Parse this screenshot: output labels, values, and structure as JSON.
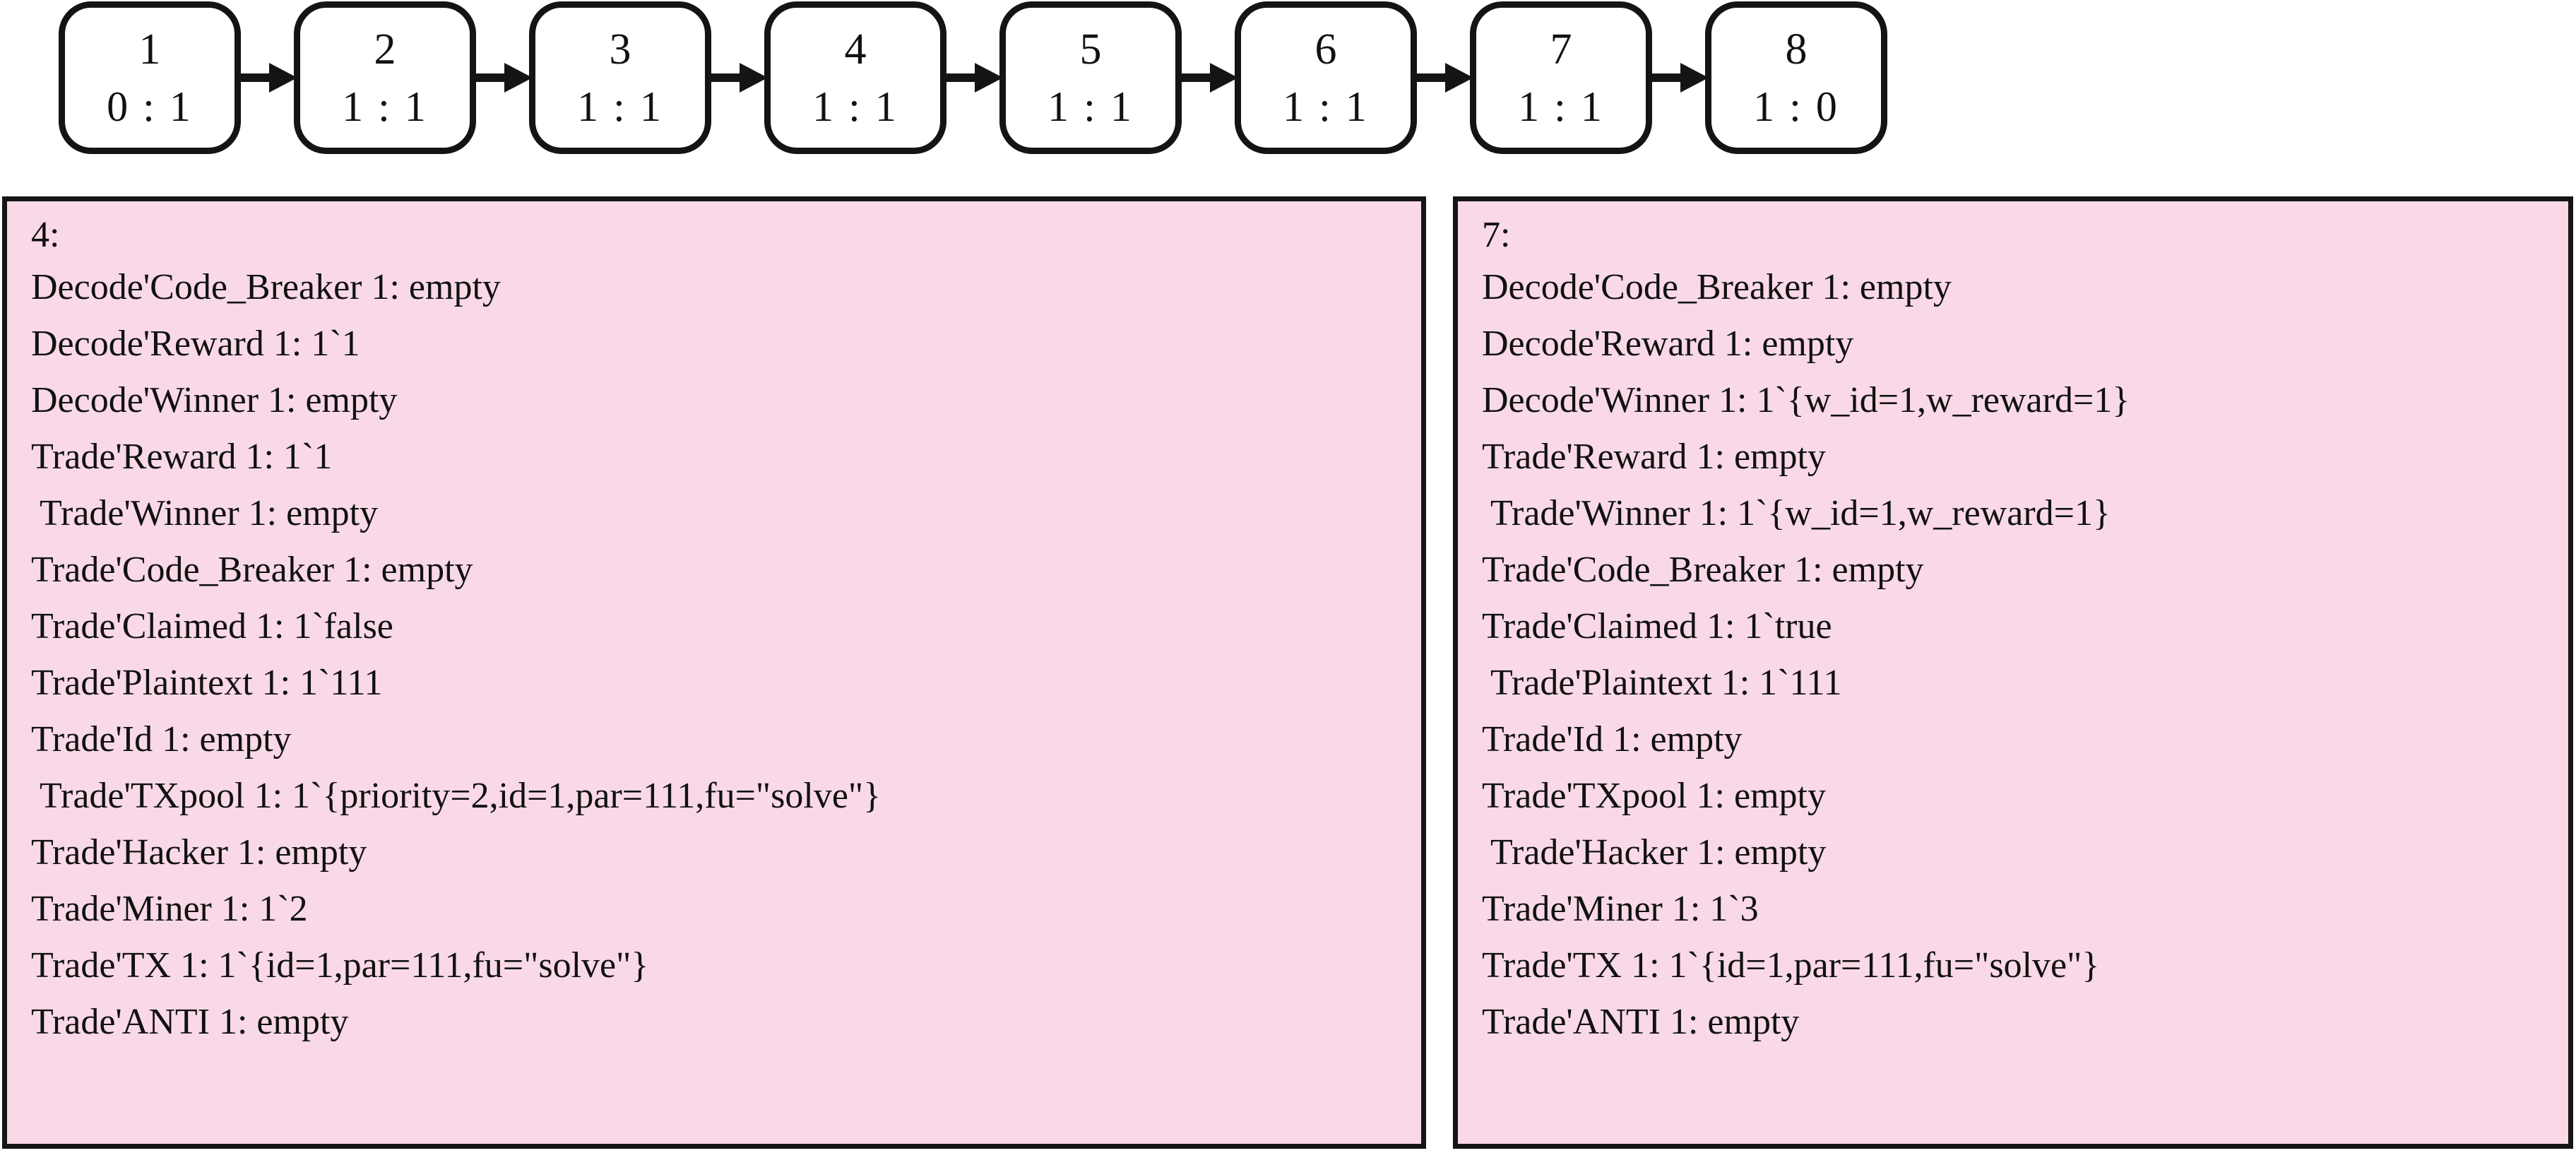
{
  "diagram": {
    "chain": {
      "nodes": [
        {
          "id": "1",
          "ratio": "0 : 1"
        },
        {
          "id": "2",
          "ratio": "1 : 1"
        },
        {
          "id": "3",
          "ratio": "1 : 1"
        },
        {
          "id": "4",
          "ratio": "1 : 1"
        },
        {
          "id": "5",
          "ratio": "1 : 1"
        },
        {
          "id": "6",
          "ratio": "1 : 1"
        },
        {
          "id": "7",
          "ratio": "1 : 1"
        },
        {
          "id": "8",
          "ratio": "1 : 0"
        }
      ],
      "arrow_count": 7
    },
    "colors": {
      "panel_background": "#f9d9e7",
      "panel_border": "#151515",
      "node_border": "#141414",
      "node_background": "#ffffff",
      "text": "#111111"
    },
    "panels": [
      {
        "heading": "4:",
        "lines": [
          "Decode'Code_Breaker 1: empty",
          "Decode'Reward 1: 1`1",
          "Decode'Winner 1: empty",
          "Trade'Reward 1: 1`1",
          " Trade'Winner 1: empty",
          "Trade'Code_Breaker 1: empty",
          "Trade'Claimed 1: 1`false",
          "Trade'Plaintext 1: 1`111",
          "Trade'Id 1: empty",
          " Trade'TXpool 1: 1`{priority=2,id=1,par=111,fu=\"solve\"}",
          "Trade'Hacker 1: empty",
          "Trade'Miner 1: 1`2",
          "Trade'TX 1: 1`{id=1,par=111,fu=\"solve\"}",
          "Trade'ANTI 1: empty"
        ]
      },
      {
        "heading": "7:",
        "lines": [
          "Decode'Code_Breaker 1: empty",
          "Decode'Reward 1: empty",
          "Decode'Winner 1: 1`{w_id=1,w_reward=1}",
          "Trade'Reward 1: empty",
          " Trade'Winner 1: 1`{w_id=1,w_reward=1}",
          "Trade'Code_Breaker 1: empty",
          "Trade'Claimed 1: 1`true",
          " Trade'Plaintext 1: 1`111",
          "Trade'Id 1: empty",
          "Trade'TXpool 1: empty",
          " Trade'Hacker 1: empty",
          "Trade'Miner 1: 1`3",
          "Trade'TX 1: 1`{id=1,par=111,fu=\"solve\"}",
          "Trade'ANTI 1: empty"
        ]
      }
    ]
  }
}
